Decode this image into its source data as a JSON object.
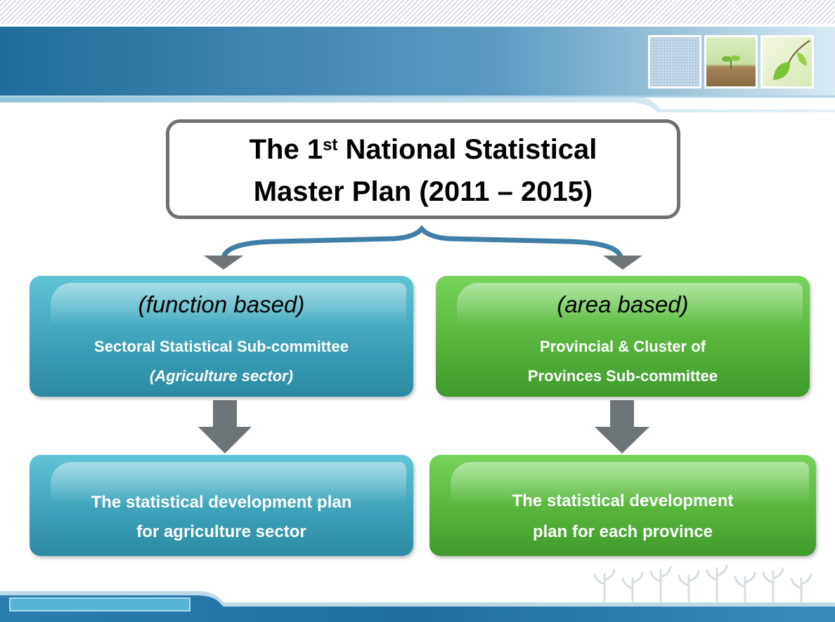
{
  "title": {
    "line1_prefix": "The 1",
    "line1_sup": "st",
    "line1_suffix": " National Statistical",
    "line2": "Master Plan (2011 – 2015)"
  },
  "left_branch": {
    "heading": "(function based)",
    "line1": "Sectoral Statistical Sub-committee",
    "line2": "(Agriculture sector)",
    "plan_line1": "The statistical development plan",
    "plan_line2": "for agriculture sector"
  },
  "right_branch": {
    "heading": "(area based)",
    "line1": "Provincial & Cluster of",
    "line2": "Provinces Sub-committee",
    "plan_line1": "The statistical development",
    "plan_line2": "plan for each province"
  },
  "colors": {
    "blue_box": "#3c9fb6",
    "green_box": "#54b23a",
    "arrow_gray": "#6d7478",
    "connector_blue": "#3f7ea7",
    "header_blue": "#2f7aa8"
  },
  "icons": [
    "grid-thumbnail-icon",
    "sprout-thumbnail-icon",
    "leaf-thumbnail-icon",
    "sprouts-decoration-icon"
  ]
}
